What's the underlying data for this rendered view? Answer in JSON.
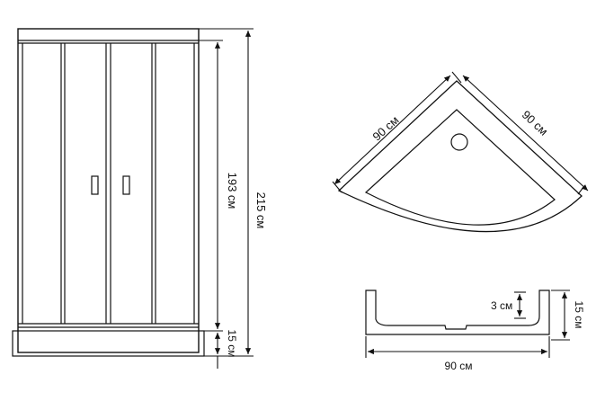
{
  "colors": {
    "stroke": "#111111",
    "background": "#ffffff"
  },
  "front_view": {
    "height_total_label": "215 см",
    "height_door_label": "193 см",
    "height_base_label": "15 см"
  },
  "top_view": {
    "side_left_label": "90 см",
    "side_right_label": "90 см"
  },
  "side_view": {
    "width_label": "90 см",
    "depth_label": "3 см",
    "height_label": "15 см"
  }
}
